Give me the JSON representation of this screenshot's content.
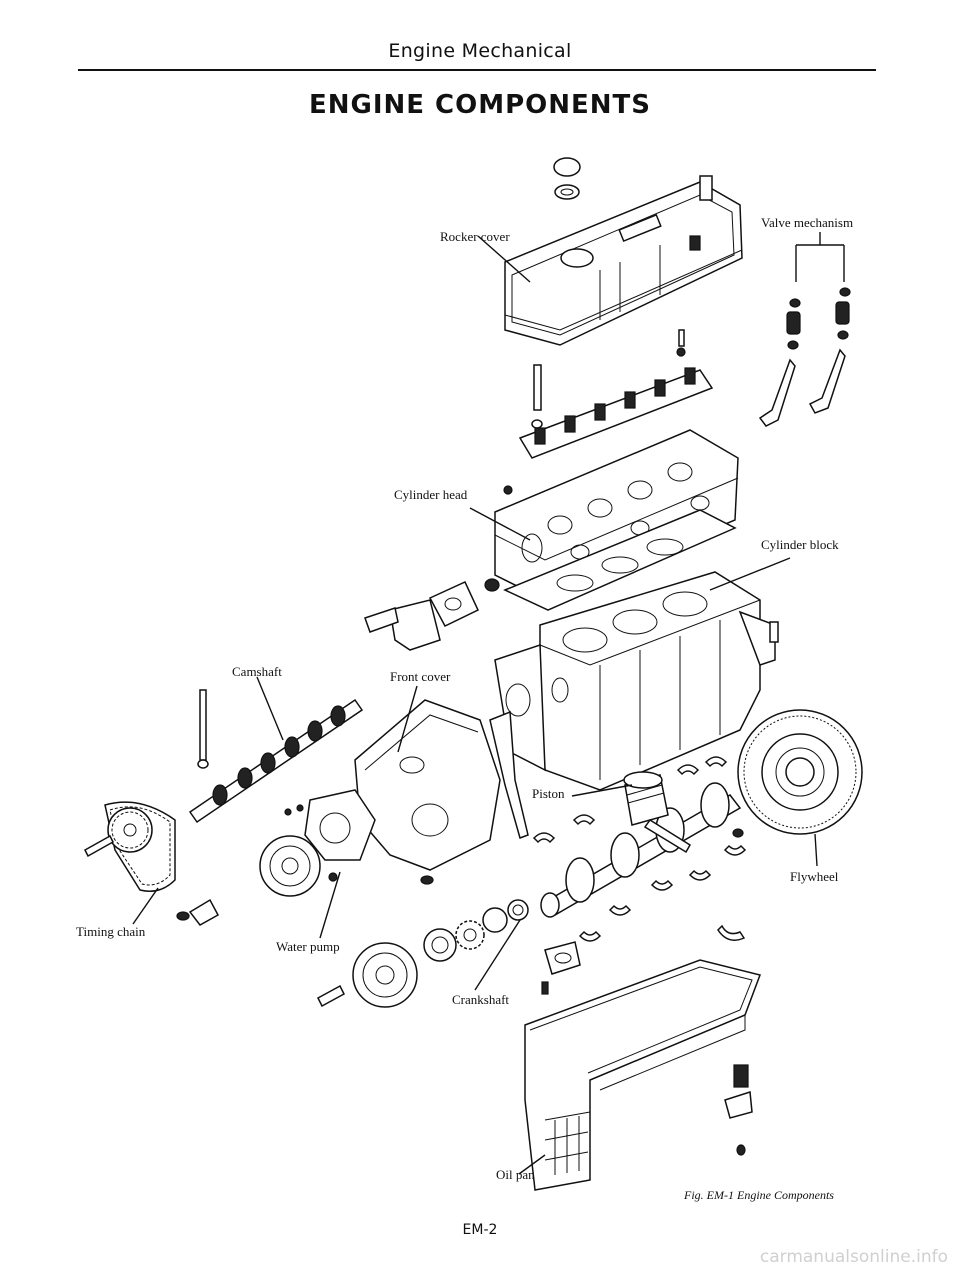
{
  "header": {
    "section": "Engine Mechanical",
    "title": "ENGINE COMPONENTS"
  },
  "labels": {
    "rocker_cover": "Rocker cover",
    "valve_mechanism": "Valve mechanism",
    "cylinder_head": "Cylinder head",
    "cylinder_block": "Cylinder block",
    "camshaft": "Camshaft",
    "front_cover": "Front cover",
    "piston": "Piston",
    "flywheel": "Flywheel",
    "timing_chain": "Timing chain",
    "water_pump": "Water pump",
    "crankshaft": "Crankshaft",
    "oil_pan": "Oil pan"
  },
  "caption": "Fig. EM-1 Engine Components",
  "page_number": "EM-2",
  "watermark": "carmanualsonline.info"
}
